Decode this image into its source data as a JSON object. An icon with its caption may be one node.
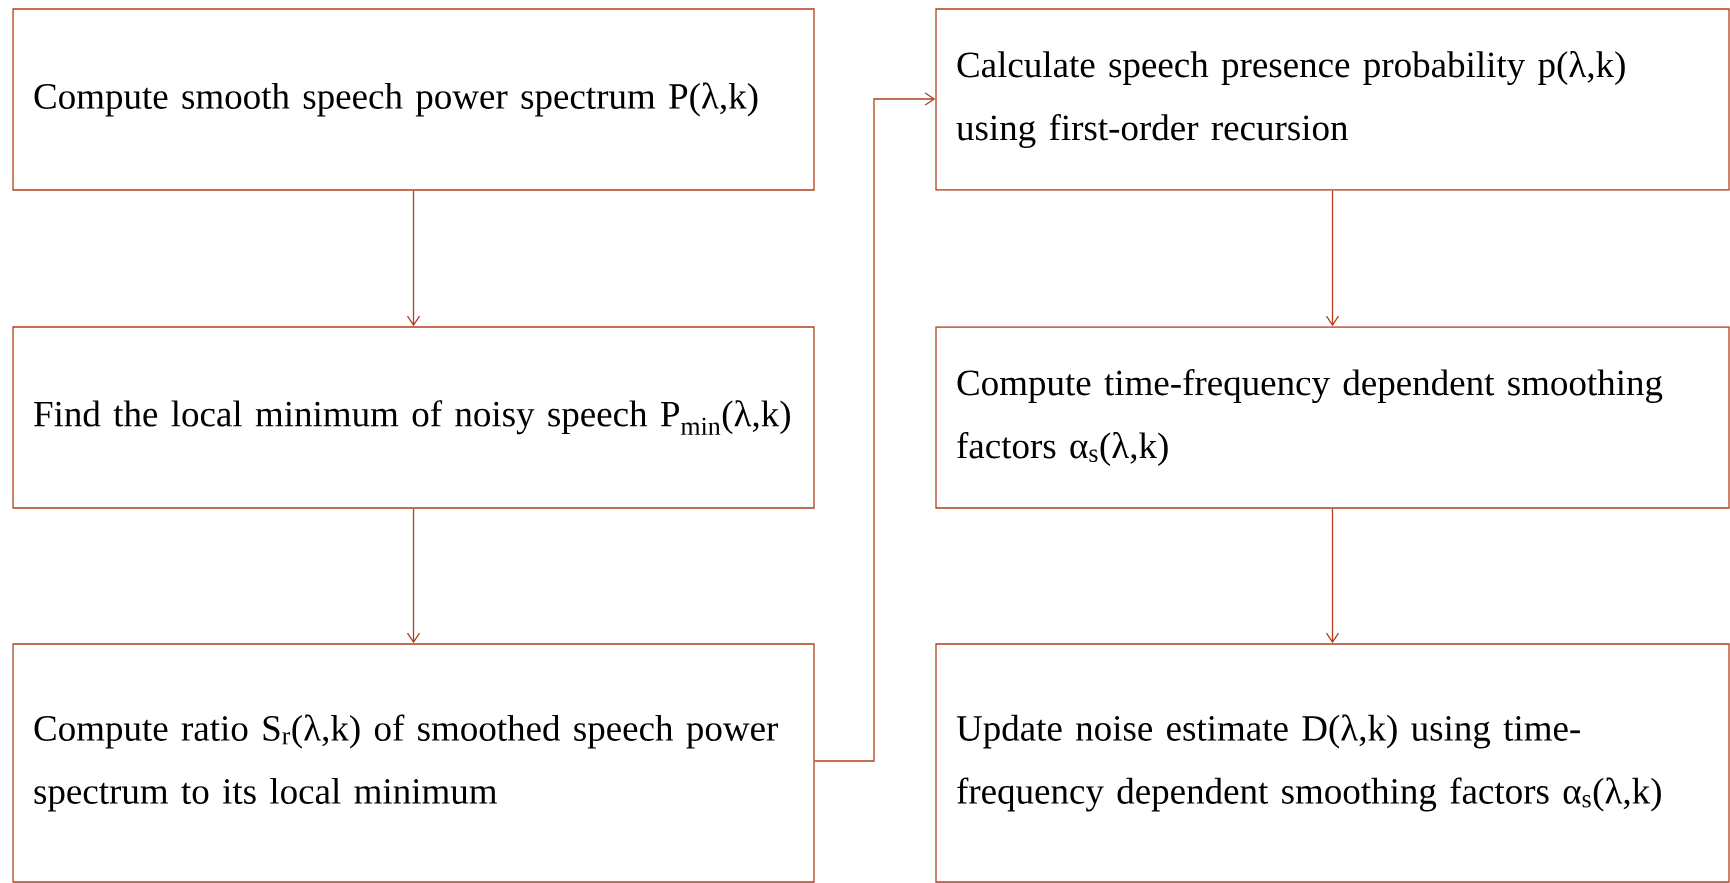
{
  "diagram": {
    "nodes": [
      {
        "text": [
          "Compute smooth speech power spectrum P(λ,k)"
        ]
      },
      {
        "text": [
          "Find the local minimum of noisy speech P$_{min}$(λ,k)"
        ]
      },
      {
        "text": [
          "Compute ratio S$_{r}$(λ,k) of smoothed speech power spectrum to its local minimum"
        ]
      },
      {
        "text": [
          "Calculate speech presence probability p(λ,k) using first-order recursion"
        ]
      },
      {
        "text": [
          "Compute time-frequency dependent smoothing factors α$_{s}$(λ,k)"
        ]
      },
      {
        "text": [
          "Update noise estimate D(λ,k) using time-frequency dependent smoothing factors α$_{s}$(λ,k)"
        ]
      }
    ],
    "edges": [
      {
        "from": 0,
        "to": 1,
        "arrow": "to"
      },
      {
        "from": 1,
        "to": 2,
        "arrow": "to"
      },
      {
        "from": 2,
        "to": 3,
        "arrow": "to"
      },
      {
        "from": 3,
        "to": 4,
        "arrow": "to"
      },
      {
        "from": 4,
        "to": 5,
        "arrow": "to"
      }
    ]
  }
}
